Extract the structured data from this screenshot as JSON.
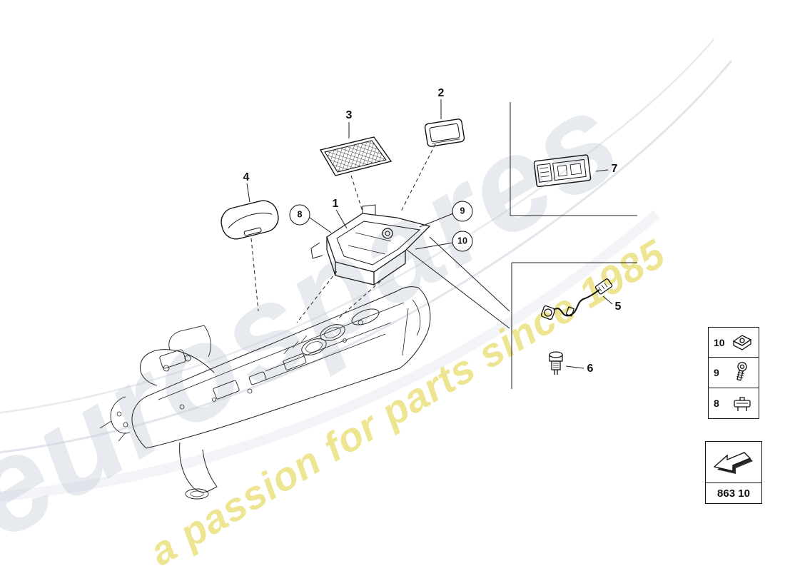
{
  "watermark": {
    "brand": "eurospares",
    "tagline": "a passion for parts since 1985"
  },
  "callouts": {
    "c1": "1",
    "c2": "2",
    "c3": "3",
    "c4": "4",
    "c5": "5",
    "c6": "6",
    "c7": "7",
    "c8": "8",
    "c9": "9",
    "c10": "10"
  },
  "legend": {
    "rows": [
      {
        "label": "10",
        "icon": "clip-nut-icon"
      },
      {
        "label": "9",
        "icon": "screw-icon"
      },
      {
        "label": "8",
        "icon": "retainer-clip-icon"
      }
    ]
  },
  "footer": {
    "part_code": "863 10",
    "icon": "direction-arrow-icon"
  },
  "colors": {
    "line": "#1f1f1f",
    "watermark_gray": "#dfe3ea",
    "watermark_yellow": "#ece585"
  }
}
